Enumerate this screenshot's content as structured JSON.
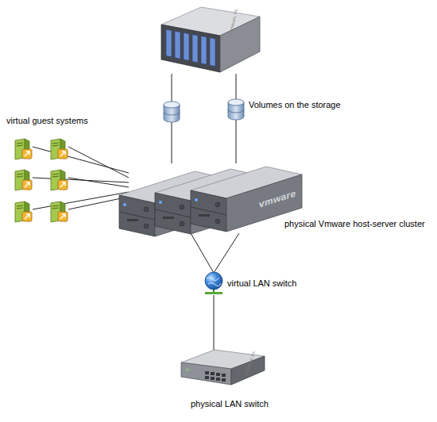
{
  "diagram": {
    "nodes": [
      {
        "text": [
          "© VMware, Inc."
        ]
      },
      {
        "text": []
      },
      {
        "text": [
          "Volumes on the storage"
        ]
      },
      {
        "text": [
          "virtual guest systems"
        ]
      },
      {
        "text": [
          "vmware",
          "physical Vmware host-server cluster"
        ]
      },
      {
        "text": [
          "virtual LAN switch"
        ]
      },
      {
        "text": [
          "© VMware, Inc.",
          "physical LAN switch"
        ]
      }
    ],
    "edges": [
      {
        "from": 0,
        "to": 1,
        "arrow": "none"
      },
      {
        "from": 0,
        "to": 2,
        "arrow": "none"
      },
      {
        "from": 1,
        "to": 4,
        "arrow": "none"
      },
      {
        "from": 2,
        "to": 4,
        "arrow": "none"
      },
      {
        "from": 3,
        "to": 4,
        "arrow": "none"
      },
      {
        "from": 4,
        "to": 5,
        "arrow": "none"
      },
      {
        "from": 5,
        "to": 6,
        "arrow": "none"
      }
    ]
  }
}
